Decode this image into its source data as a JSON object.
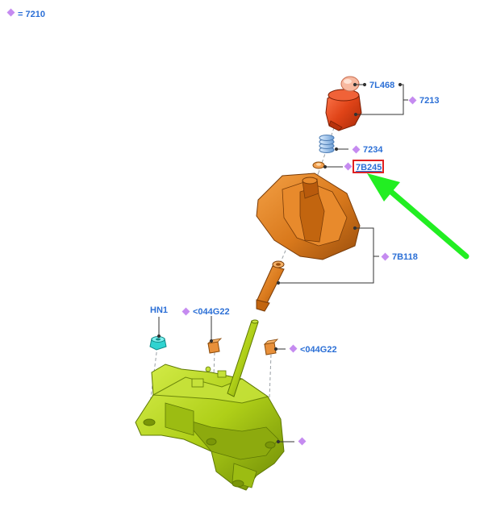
{
  "header": {
    "group_code": "= 7210"
  },
  "callouts": {
    "knob_top": "7L468",
    "knob_assembly": "7213",
    "spring": "7234",
    "bushing": "7B245",
    "boot_and_shaft": "7B118",
    "nut": "HN1",
    "bolt_left": "<044G22",
    "bolt_right": "<044G22",
    "base_marker": ""
  },
  "highlight": {
    "selected_part": "7B245"
  },
  "colors": {
    "label_blue": "#2B6FD6",
    "diamond_purple": "#C58BF0",
    "highlight_red": "#E02020",
    "arrow_green": "#22EE22",
    "knob_red": "#E04418",
    "boot_orange": "#D9791C",
    "base_green": "#AFCF18",
    "nut_cyan": "#2FD3D0",
    "spring_blue": "#9CC6EE"
  },
  "icons": {
    "diamond": "diamond-bullet-icon",
    "arrow": "pointer-arrow-icon"
  }
}
